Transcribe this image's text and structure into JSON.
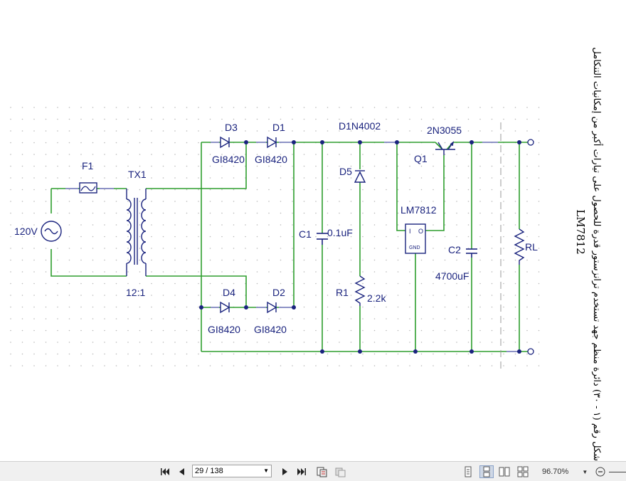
{
  "figure": {
    "caption_line1": "شكل رقم (١ - ٣٠) دائرة منظم جهد تستخدم ترانزستور قدرة للحصول على تيارات أكبر من إمكانيات التنكامل",
    "caption_line2": "LM7812",
    "labels": {
      "source": "120V",
      "fuse": "F1",
      "transformer": "TX1",
      "ratio": "12:1",
      "d1": "D1",
      "d2": "D2",
      "d3": "D3",
      "d4": "D4",
      "d5": "D5",
      "diode_part": "GI8420",
      "d5_part": "D1N4002",
      "c1": "C1",
      "c1_value": "0.1uF",
      "r1": "R1",
      "r1_value": "2.2k",
      "regulator": "LM7812",
      "reg_pin_in": "I",
      "reg_pin_out": "O",
      "reg_gnd": "GND",
      "q1": "Q1",
      "q1_part": "2N3055",
      "c2": "C2",
      "c2_value": "4700uF",
      "load": "RL"
    }
  },
  "toolbar": {
    "page_indicator": "29 / 138",
    "zoom_level": "96.70%",
    "icons": [
      "first-page-icon",
      "prev-page-icon",
      "next-page-icon",
      "last-page-icon",
      "copy-icon",
      "paste-icon",
      "single-page-icon",
      "continuous-page-icon",
      "two-page-icon",
      "two-page-continuous-icon",
      "zoom-out-icon"
    ]
  }
}
